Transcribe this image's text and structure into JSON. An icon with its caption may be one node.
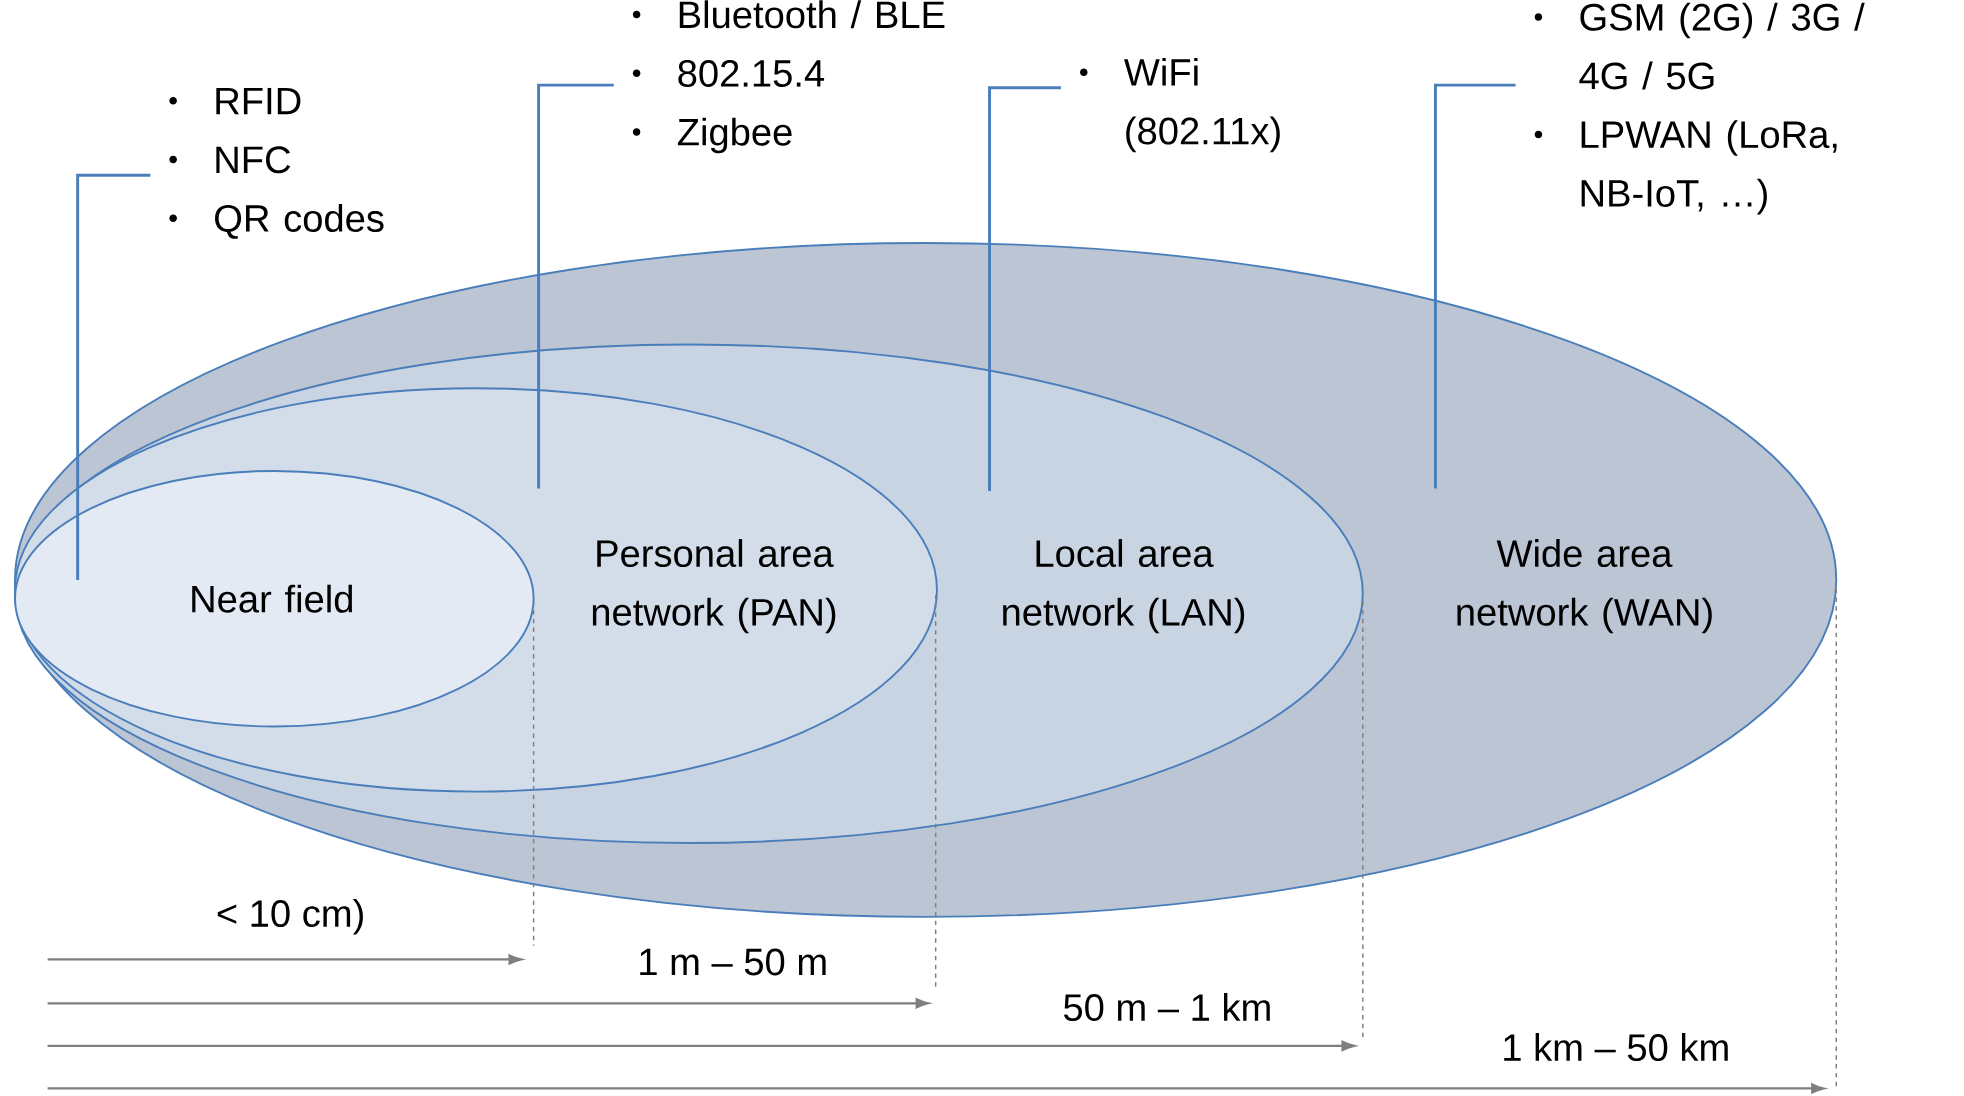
{
  "diagram": {
    "nodes": [
      {
        "text": [
          "Wide area network (WAN)"
        ]
      },
      {
        "text": [
          "Local area network (LAN)"
        ],
        "in": 0
      },
      {
        "text": [
          "Personal area network (PAN)"
        ],
        "in": 1
      },
      {
        "text": [
          "Near field"
        ],
        "in": 2
      },
      {
        "text": [
          "RFID",
          "NFC",
          "QR codes"
        ]
      },
      {
        "text": [
          "Bluetooth / BLE",
          "802.15.4",
          "Zigbee"
        ]
      },
      {
        "text": [
          "WiFi (802.11x)"
        ]
      },
      {
        "text": [
          "GSM (2G) / 3G / 4G / 5G",
          "LPWAN (LoRa, NB-IoT, …)"
        ]
      }
    ],
    "edges": [
      {
        "from": 4,
        "to": 3,
        "arrow": "none"
      },
      {
        "from": 5,
        "to": 2,
        "arrow": "none"
      },
      {
        "from": 6,
        "to": 1,
        "arrow": "none"
      },
      {
        "from": 7,
        "to": 0,
        "arrow": "none"
      }
    ],
    "labels": [
      "< 10 cm)",
      "1 m – 50 m",
      "50 m – 1 km",
      "1 km – 50 km"
    ]
  }
}
